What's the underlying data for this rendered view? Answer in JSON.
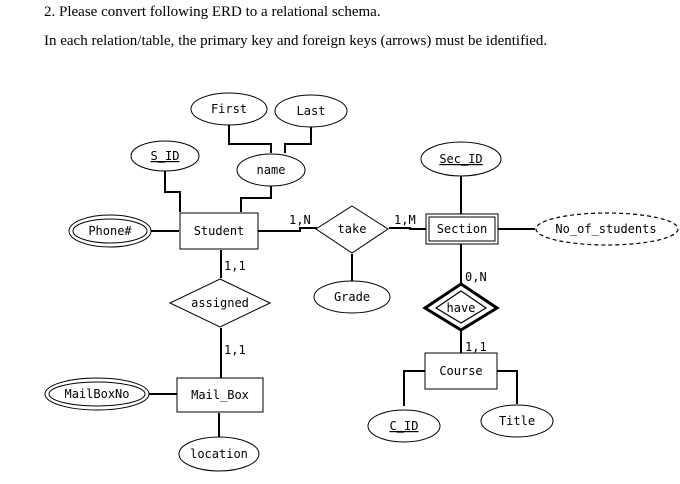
{
  "question": {
    "line1": "2. Please convert following ERD to a relational schema.",
    "line2": "In each relation/table, the primary key and foreign keys (arrows) must be identified."
  },
  "erd": {
    "entities": {
      "student": "Student",
      "section": "Section",
      "mail_box": "Mail_Box",
      "course": "Course"
    },
    "relationships": {
      "take": "take",
      "assigned": "assigned",
      "have": "have"
    },
    "attributes": {
      "first": "First",
      "last": "Last",
      "name": "name",
      "s_id": "S_ID",
      "phone": "Phone#",
      "sec_id": "Sec_ID",
      "no_of_students": "No_of_students",
      "grade": "Grade",
      "mailboxno": "MailBoxNo",
      "location": "location",
      "c_id": "C_ID",
      "title": "Title"
    },
    "cardinalities": {
      "student_take": "1,N",
      "take_section": "1,M",
      "student_assigned": "1,1",
      "assigned_mailbox": "1,1",
      "section_have": "0,N",
      "have_course": "1,1"
    }
  }
}
